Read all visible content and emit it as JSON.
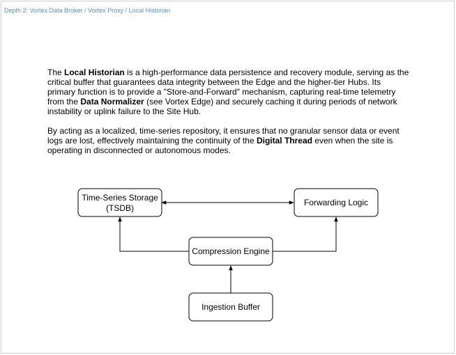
{
  "breadcrumb": {
    "text": "Depth 2: Vortex Data Broker / Vortex Proxy / Local Historian",
    "color": "#4a90d9"
  },
  "description": {
    "p1": [
      {
        "t": "The ",
        "b": false
      },
      {
        "t": "Local Historian",
        "b": true
      },
      {
        "t": " is a high-performance data persistence and recovery module, serving as the critical buffer that guarantees data integrity between the Edge and the higher-tier Hubs. Its primary function is to provide a \"Store-and-Forward\" mechanism, capturing real-time telemetry from the ",
        "b": false
      },
      {
        "t": "Data Normalizer",
        "b": true
      },
      {
        "t": " (see Vortex Edge) and securely caching it during periods of network instability or uplink failure to the Site Hub.",
        "b": false
      }
    ],
    "p2": [
      {
        "t": "By acting as a localized, time-series repository, it ensures that no granular sensor data or event logs are lost, effectively maintaining the continuity of the ",
        "b": false
      },
      {
        "t": "Digital Thread",
        "b": true
      },
      {
        "t": " even when the site is operating in disconnected or autonomous modes.",
        "b": false
      }
    ]
  },
  "diagram": {
    "nodes": {
      "tsdb": {
        "line1": "Time-Series Storage",
        "line2": "(TSDB)"
      },
      "forwarding": {
        "label": "Forwarding Logic"
      },
      "compression": {
        "label": "Compression Engine"
      },
      "ingestion": {
        "label": "Ingestion Buffer"
      }
    }
  }
}
